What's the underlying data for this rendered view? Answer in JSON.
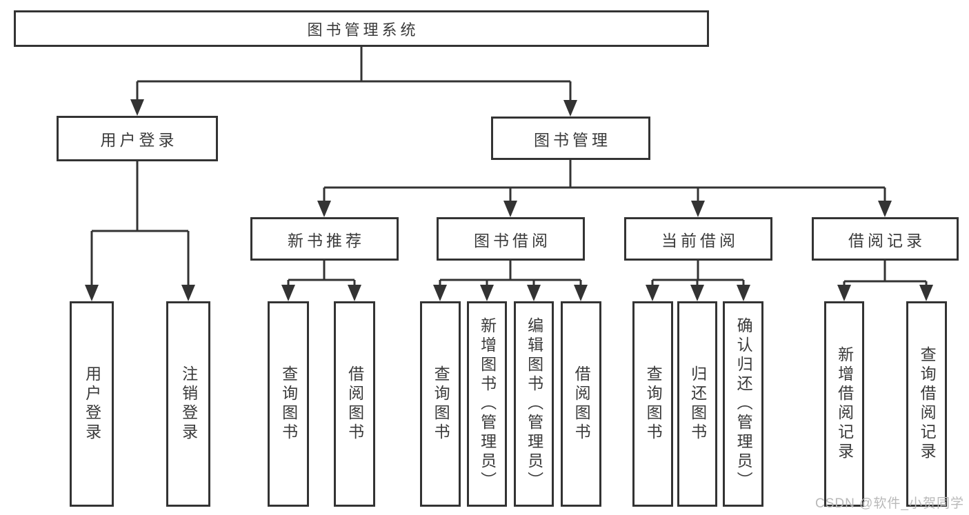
{
  "page": {
    "background": "#ffffff"
  },
  "colors": {
    "line": "#333333",
    "box_border": "#333333",
    "text": "#3a3a3a",
    "box_background": "#ffffff",
    "watermark": "#b9b9b9"
  },
  "watermark": {
    "text": "CSDN @软件_小贺同学"
  },
  "tree": {
    "label": "图书管理系统",
    "children": [
      {
        "label": "用户登录",
        "children": [
          {
            "label": "用户登录"
          },
          {
            "label": "注销登录"
          }
        ]
      },
      {
        "label": "图书管理",
        "children": [
          {
            "label": "新书推荐",
            "children": [
              {
                "label": "查询图书"
              },
              {
                "label": "借阅图书"
              }
            ]
          },
          {
            "label": "图书借阅",
            "children": [
              {
                "label": "查询图书"
              },
              {
                "label": "新增图书（管理员）"
              },
              {
                "label": "编辑图书（管理员）"
              },
              {
                "label": "借阅图书"
              }
            ]
          },
          {
            "label": "当前借阅",
            "children": [
              {
                "label": "查询图书"
              },
              {
                "label": "归还图书"
              },
              {
                "label": "确认归还（管理员）"
              }
            ]
          },
          {
            "label": "借阅记录",
            "children": [
              {
                "label": "新增借阅记录"
              },
              {
                "label": "查询借阅记录"
              }
            ]
          }
        ]
      }
    ]
  }
}
